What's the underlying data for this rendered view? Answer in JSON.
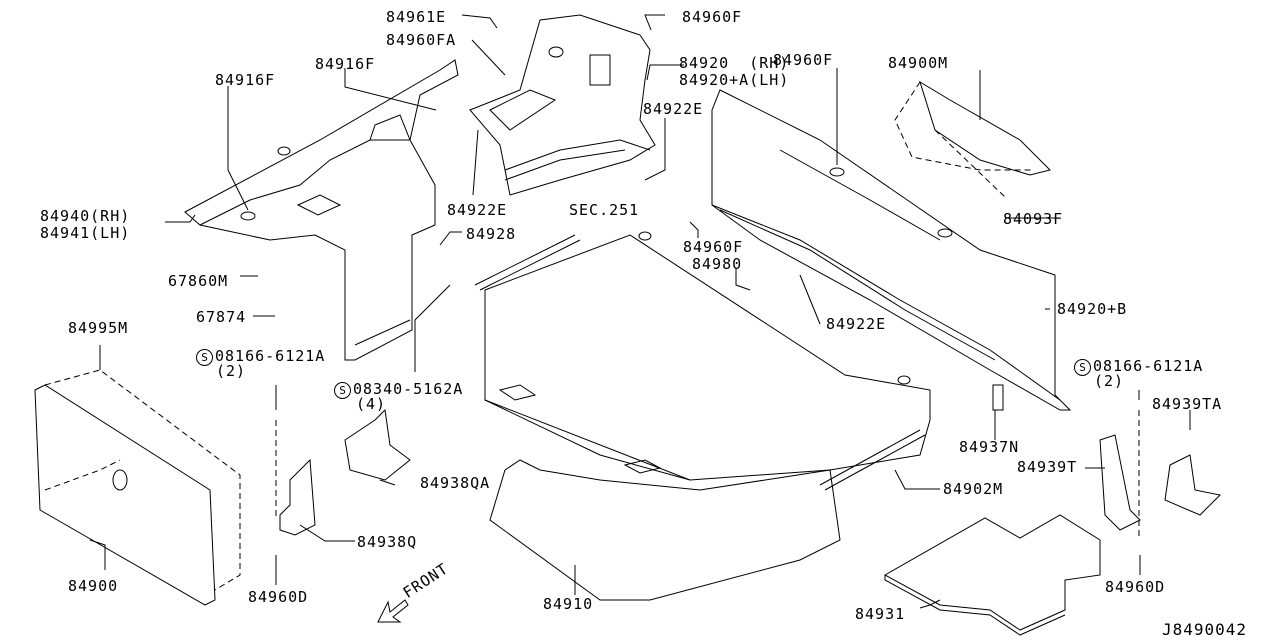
{
  "diagram": {
    "title": "Trunk trim parts diagram",
    "diagram_id": "J8490042",
    "front_indicator": "FRONT",
    "labels": {
      "p84961E": "84961E",
      "p84960F_top": "84960F",
      "p84960FA": "84960FA",
      "p84916F_a": "84916F",
      "p84916F_b": "84916F",
      "p84920": "84920  (RH)",
      "p84920A": "84920+A(LH)",
      "p84960F_mid": "84960F",
      "p84900M": "84900M",
      "p84922E_a": "84922E",
      "p84922E_b": "84922E",
      "p84922E_c": "84922E",
      "sec251": "SEC.251",
      "p84940": "84940(RH)",
      "p84941": "84941(LH)",
      "p84928": "84928",
      "p84960F_lower": "84960F",
      "p84980": "84980",
      "p84093F": "84093F",
      "p67860M": "67860M",
      "p67874": "67874",
      "p84920B": "84920+B",
      "p84995M": "84995M",
      "bolt1": "08166-6121A",
      "bolt1_qty": "(2)",
      "bolt2": "08340-5162A",
      "bolt2_qty": "(4)",
      "bolt3": "08166-6121A",
      "bolt3_qty": "(2)",
      "p84939TA": "84939TA",
      "p84937N": "84937N",
      "p84939T": "84939T",
      "p84938QA": "84938QA",
      "p84902M": "84902M",
      "p84938Q": "84938Q",
      "p84900": "84900",
      "p84960D_a": "84960D",
      "p84960D_b": "84960D",
      "p84910": "84910",
      "p84931": "84931"
    },
    "screw_symbol": "S"
  }
}
